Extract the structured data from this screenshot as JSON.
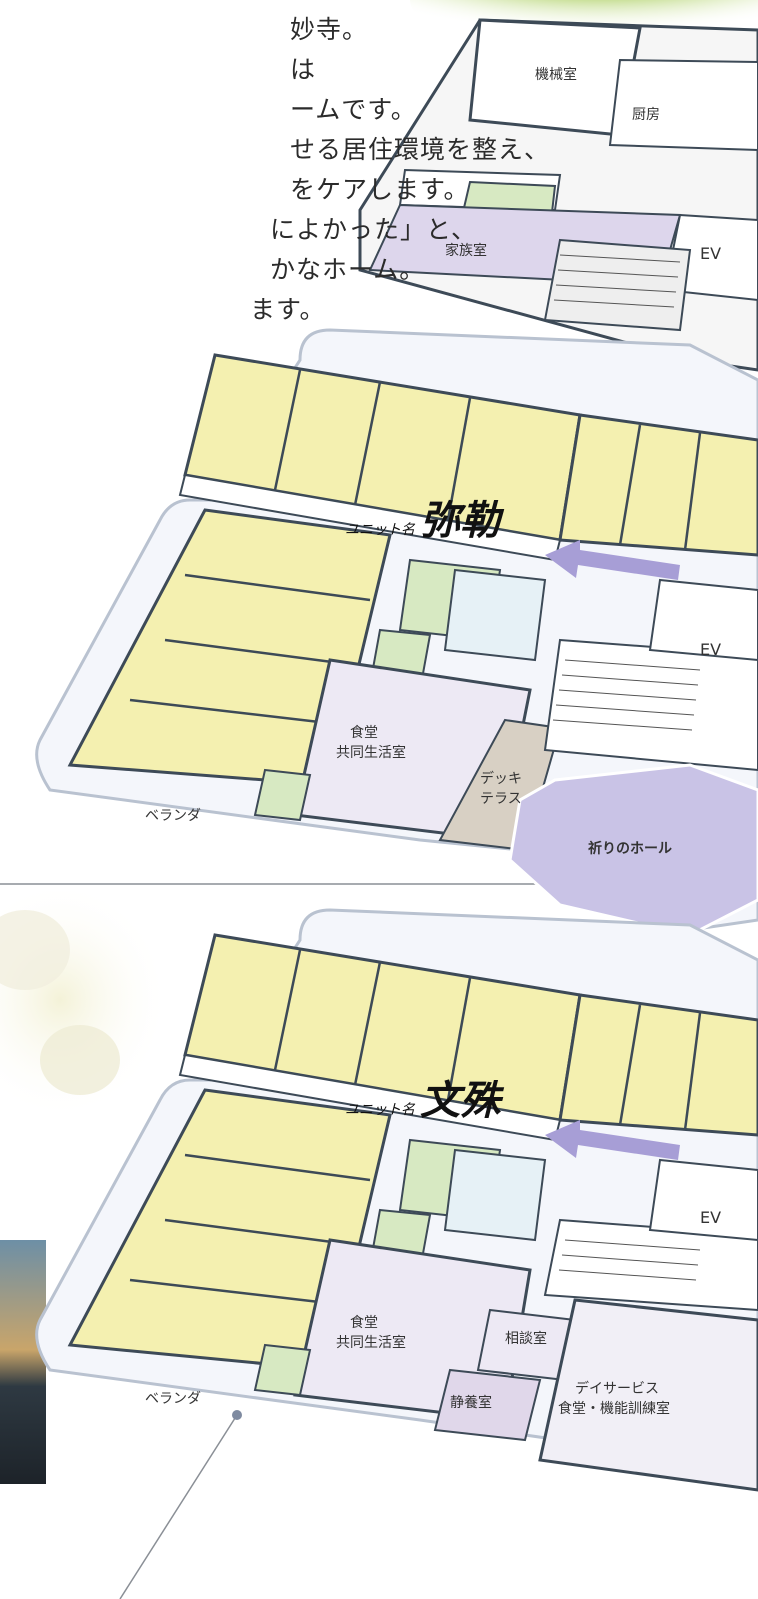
{
  "intro": {
    "lines": [
      "妙寺。",
      "は",
      "ームです。",
      "せる居住環境を整え、",
      "をケアします。",
      "によかった」と、",
      "かなホーム。",
      "ます。"
    ]
  },
  "floor_top": {
    "rooms": {
      "machine": "機械室",
      "kitchen": "厨房",
      "family": "家族室",
      "ev": "EV"
    }
  },
  "floor_middle": {
    "unit_prefix": "ユニット名",
    "unit_name": "弥勒",
    "rooms": {
      "ev": "EV",
      "dining_line1": "食堂",
      "dining_line2": "共同生活室",
      "deck_line1": "デッキ",
      "deck_line2": "テラス",
      "veranda": "ベランダ",
      "prayer_hall": "祈りのホール"
    }
  },
  "floor_bottom": {
    "unit_prefix": "ユニット名",
    "unit_name": "文殊",
    "rooms": {
      "ev": "EV",
      "dining_line1": "食堂",
      "dining_line2": "共同生活室",
      "consult": "相談室",
      "rest": "静養室",
      "day_line1": "デイサービス",
      "day_line2": "食堂・機能訓練室",
      "veranda": "ベランダ"
    }
  },
  "colors": {
    "room_yellow": "#f4f0b0",
    "room_purple": "#ddd6ec",
    "room_green": "#d7e9c2",
    "deck": "#d8d0c4",
    "hall": "#c9c3e6",
    "arrow": "#a79ed6",
    "wall": "#3d4a57"
  }
}
